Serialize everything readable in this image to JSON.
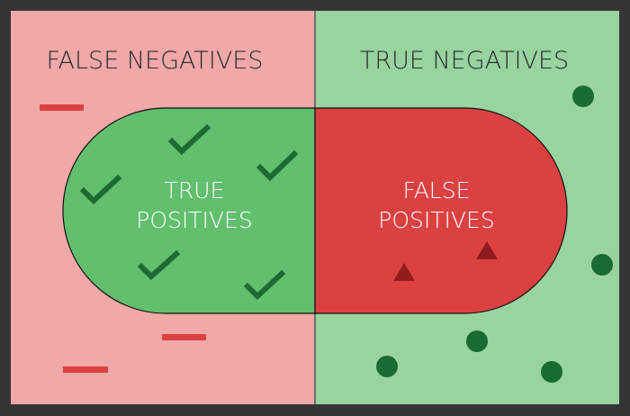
{
  "quadrants": {
    "false_negatives": "FALSE NEGATIVES",
    "true_negatives": "TRUE NEGATIVES"
  },
  "pill": {
    "true_positives": [
      "TRUE",
      "POSITIVES"
    ],
    "false_positives": [
      "FALSE",
      "POSITIVES"
    ]
  },
  "colors": {
    "border": "#353535",
    "false_negative_bg": "#f0a8a8",
    "true_negative_bg": "#98d3a0",
    "true_positive_bg": "#62bf6e",
    "false_positive_bg": "#dc4141",
    "check": "#1d6b33",
    "dash": "#dc4141",
    "circle": "#1a6a33",
    "triangle": "#8f1c1c"
  },
  "markers": {
    "checks": 5,
    "dashes": 3,
    "triangles": 2,
    "circles": 5
  }
}
